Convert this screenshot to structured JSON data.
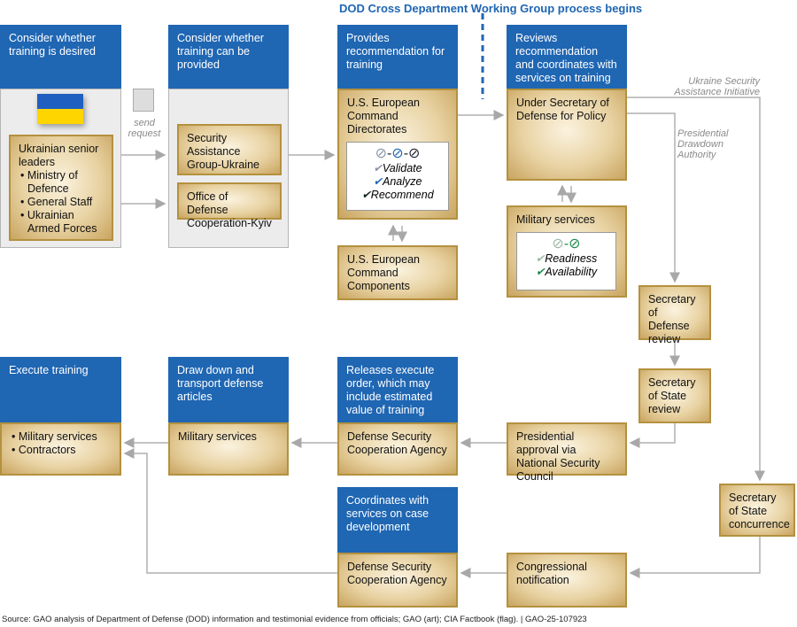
{
  "title": "DOD Cross Department Working Group process begins",
  "steps": {
    "consider_desired": "Consider whether training is desired",
    "consider_provided": "Consider whether training can be provided",
    "provides_rec": "Provides recommendation for training",
    "reviews_rec": "Reviews recommendation and coordinates with services on training",
    "execute": "Execute training",
    "draw_down": "Draw down and transport defense articles",
    "releases": "Releases execute order, which may include estimated value of training",
    "coordinates": "Coordinates with services on case development"
  },
  "boxes": {
    "ukr_leaders": "Ukrainian senior leaders",
    "ukr_list": [
      "Ministry of Defence",
      "General Staff",
      "Ukrainian Armed Forces"
    ],
    "sag_u": "Security Assistance Group-Ukraine",
    "odc_kyiv": "Office of Defense Cooperation-Kyiv",
    "eucom_dir": "U.S. European Command Directorates",
    "eucom_checks": [
      "Validate",
      "Analyze",
      "Recommend"
    ],
    "eucom_comp": "U.S. European Command Components",
    "usd_policy": "Under Secretary of Defense for Policy",
    "mil_services": "Military services",
    "mil_checks": [
      "Readiness",
      "Availability"
    ],
    "secdef_review": "Secretary of Defense review",
    "secstate_review": "Secretary of State review",
    "secstate_conc": "Secretary of State concurrence",
    "pres_approval": "Presidential approval via National Security Council",
    "dsca1": "Defense Security Cooperation Agency",
    "dsca2": "Defense Security Cooperation Agency",
    "mil_services2": "Military services",
    "exec_list": [
      "Military services",
      "Contractors"
    ],
    "congress": "Congressional notification"
  },
  "notes": {
    "send_request": "send request",
    "usai": "Ukraine Security Assistance Initiative",
    "pda": "Presidential Drawdown Authority"
  },
  "source": "Source: GAO analysis of Department of Defense (DOD) information and testimonial evidence from officials; GAO (art); CIA Factbook (flag).  |  GAO-25-107923",
  "colors": {
    "blue": "#1f66b3",
    "gold": "#c9a560",
    "flag_blue": "#1f5fbf",
    "flag_yellow": "#ffd500",
    "check_green": "#1a8a4a"
  }
}
